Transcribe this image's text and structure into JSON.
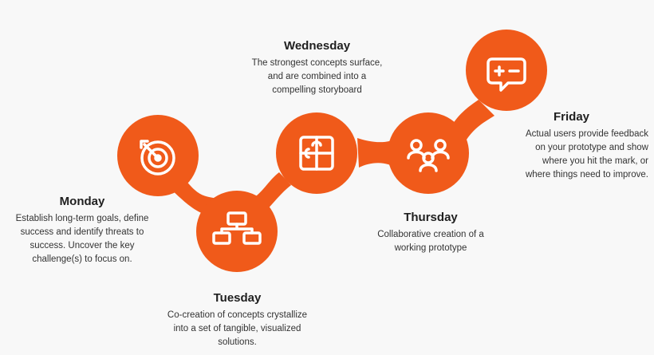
{
  "colors": {
    "accent": "#f05a1a",
    "icon_stroke": "#ffffff",
    "background": "#f8f8f8"
  },
  "days": {
    "monday": {
      "title": "Monday",
      "lines": [
        "Establish long-term goals, define",
        "success and identify threats to",
        "success. Uncover the key",
        "challenge(s) to focus on."
      ],
      "icon": "target-icon"
    },
    "tuesday": {
      "title": "Tuesday",
      "lines": [
        "Co-creation of concepts crystallize",
        "into a set of tangible, visualized",
        "solutions."
      ],
      "icon": "flowchart-icon"
    },
    "wednesday": {
      "title": "Wednesday",
      "lines": [
        "The strongest concepts surface,",
        "and are combined into a",
        "compelling storyboard"
      ],
      "icon": "puzzle-icon"
    },
    "thursday": {
      "title": "Thursday",
      "lines": [
        "Collaborative creation of a",
        "working prototype"
      ],
      "icon": "team-icon"
    },
    "friday": {
      "title": "Friday",
      "lines": [
        "Actual users provide feedback",
        "on your prototype and show",
        "where you hit the mark, or",
        "where things need to improve."
      ],
      "icon": "feedback-chat-icon"
    }
  }
}
